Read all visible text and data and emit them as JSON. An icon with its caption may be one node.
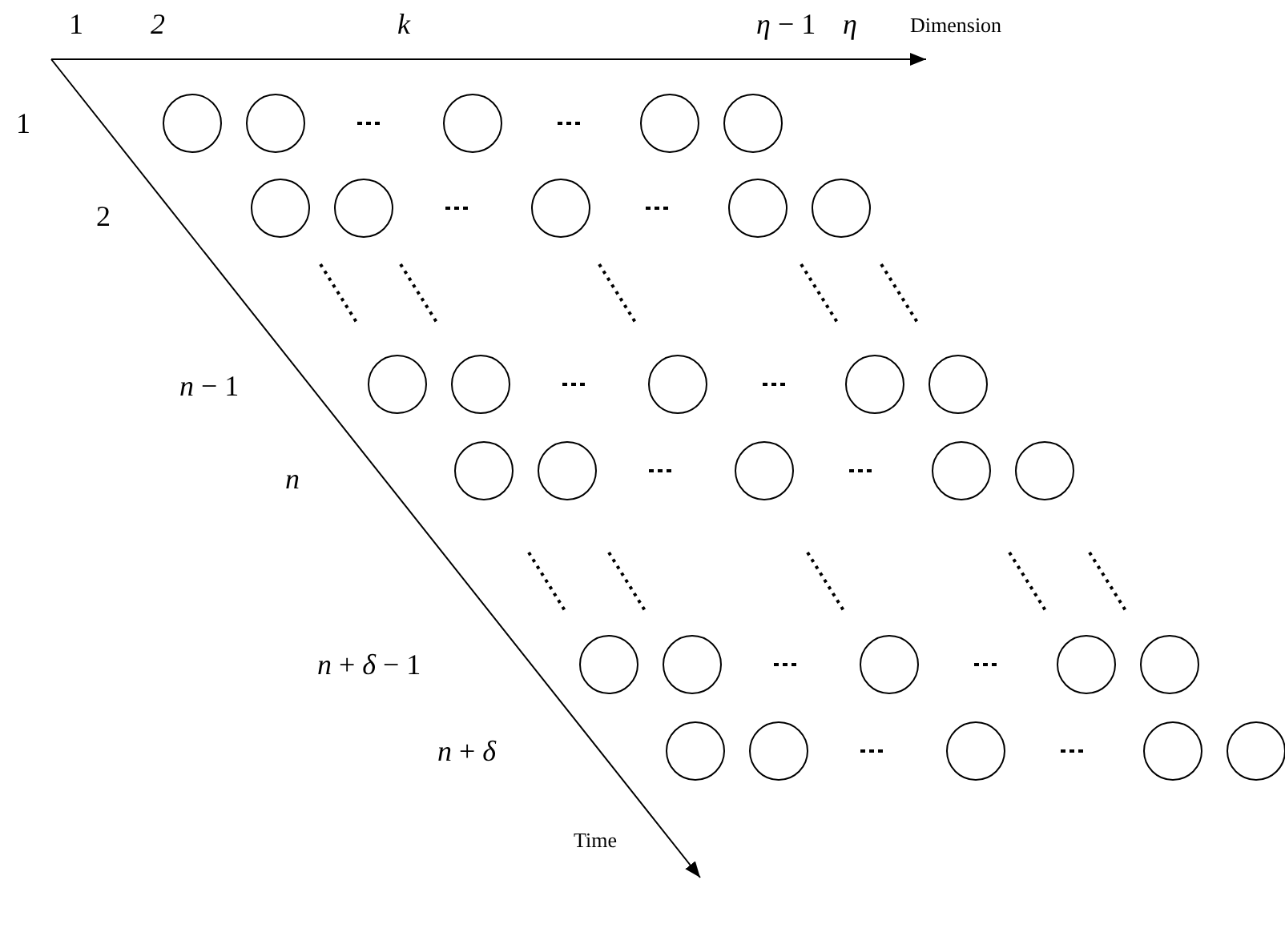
{
  "diagram": {
    "labels": [
      "1",
      "2",
      "k",
      "*η* − 1",
      "*η*",
      "Dimension",
      "1",
      "2",
      "*n* − 1",
      "n",
      "*n* + *δ* − 1",
      "*n* + *δ*",
      "Time"
    ]
  }
}
